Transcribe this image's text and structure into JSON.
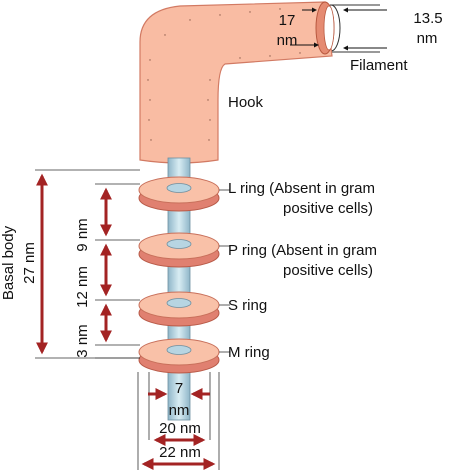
{
  "labels": {
    "hook_diameter": "17",
    "hook_diameter_unit": "nm",
    "filament_diameter": "13.5",
    "filament_diameter_unit": "nm",
    "filament": "Filament",
    "hook": "Hook",
    "l_ring_line1": "L ring (Absent in gram",
    "l_ring_line2": "positive cells)",
    "p_ring_line1": "P ring (Absent in gram",
    "p_ring_line2": "positive cells)",
    "s_ring": "S ring",
    "m_ring": "M ring",
    "basal_body_line1": "Basal body",
    "basal_body_line2": "27 nm",
    "gap_lp": "9 nm",
    "gap_ps": "12 nm",
    "gap_sm": "3 nm",
    "rod_width": "7",
    "rod_width_unit": "nm",
    "width_20": "20 nm",
    "width_22": "22 nm"
  },
  "colors": {
    "flesh": "#f9bca3",
    "flesh_edge": "#cf6f57",
    "ring_red": "#e08070",
    "rod": "#b7d5e2",
    "rod_edge": "#6d8fa0",
    "arrow": "#a32323"
  }
}
